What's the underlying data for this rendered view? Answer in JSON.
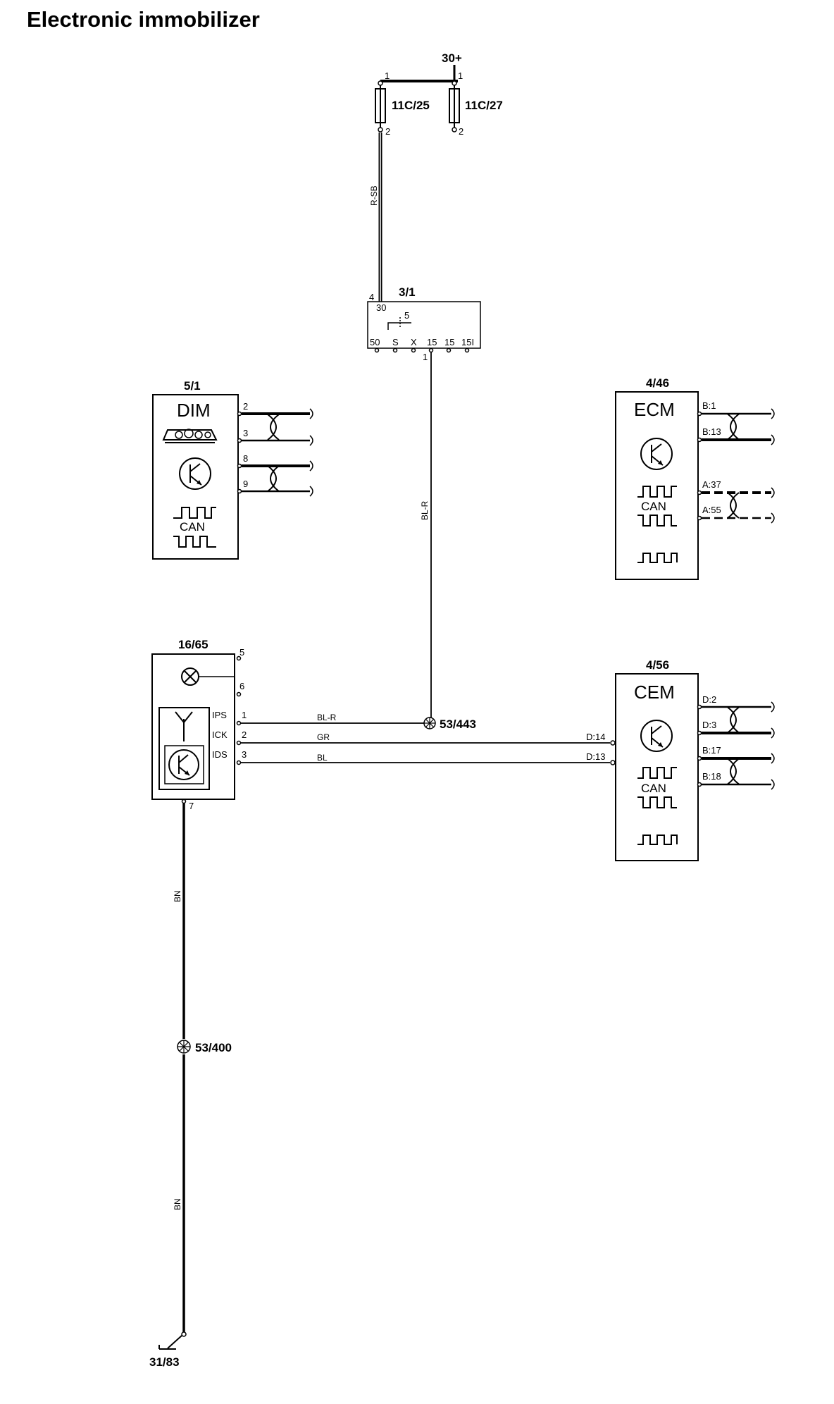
{
  "title": "Electronic immobilizer",
  "supply": {
    "label": "30+",
    "fuse_a": {
      "name": "11C/25",
      "pin_in": "1",
      "pin_out": "2"
    },
    "fuse_b": {
      "name": "11C/27",
      "pin_in": "1",
      "pin_out": "2"
    }
  },
  "ignition_switch": {
    "ref": "3/1",
    "pin_in": "4",
    "terminal_30": "30",
    "inner": "5",
    "terminals": [
      "50",
      "S",
      "X",
      "15",
      "15",
      "15I"
    ],
    "pin_out": "1"
  },
  "dim": {
    "ref": "5/1",
    "name": "DIM",
    "can": "CAN",
    "pins": [
      "2",
      "3",
      "8",
      "9"
    ]
  },
  "ecm": {
    "ref": "4/46",
    "name": "ECM",
    "can": "CAN",
    "pins": [
      "B:1",
      "B:13",
      "A:37",
      "A:55"
    ]
  },
  "cem": {
    "ref": "4/56",
    "name": "CEM",
    "can": "CAN",
    "pins": [
      "D:2",
      "D:3",
      "B:17",
      "B:18"
    ],
    "in_pins": [
      "D:14",
      "D:13"
    ]
  },
  "immobilizer": {
    "ref": "16/65",
    "lamp_pins": [
      "5",
      "6"
    ],
    "signals": [
      {
        "name": "IPS",
        "pin": "1",
        "wire": "BL-R"
      },
      {
        "name": "ICK",
        "pin": "2",
        "wire": "GR"
      },
      {
        "name": "IDS",
        "pin": "3",
        "wire": "BL"
      }
    ],
    "ground_pin": "7"
  },
  "wires": {
    "fuse_to_switch": "R-SB",
    "switch_to_splice": "BL-R",
    "ground_upper": "BN",
    "ground_lower": "BN"
  },
  "splices": {
    "s1": "53/443",
    "s2": "53/400"
  },
  "ground": "31/83"
}
